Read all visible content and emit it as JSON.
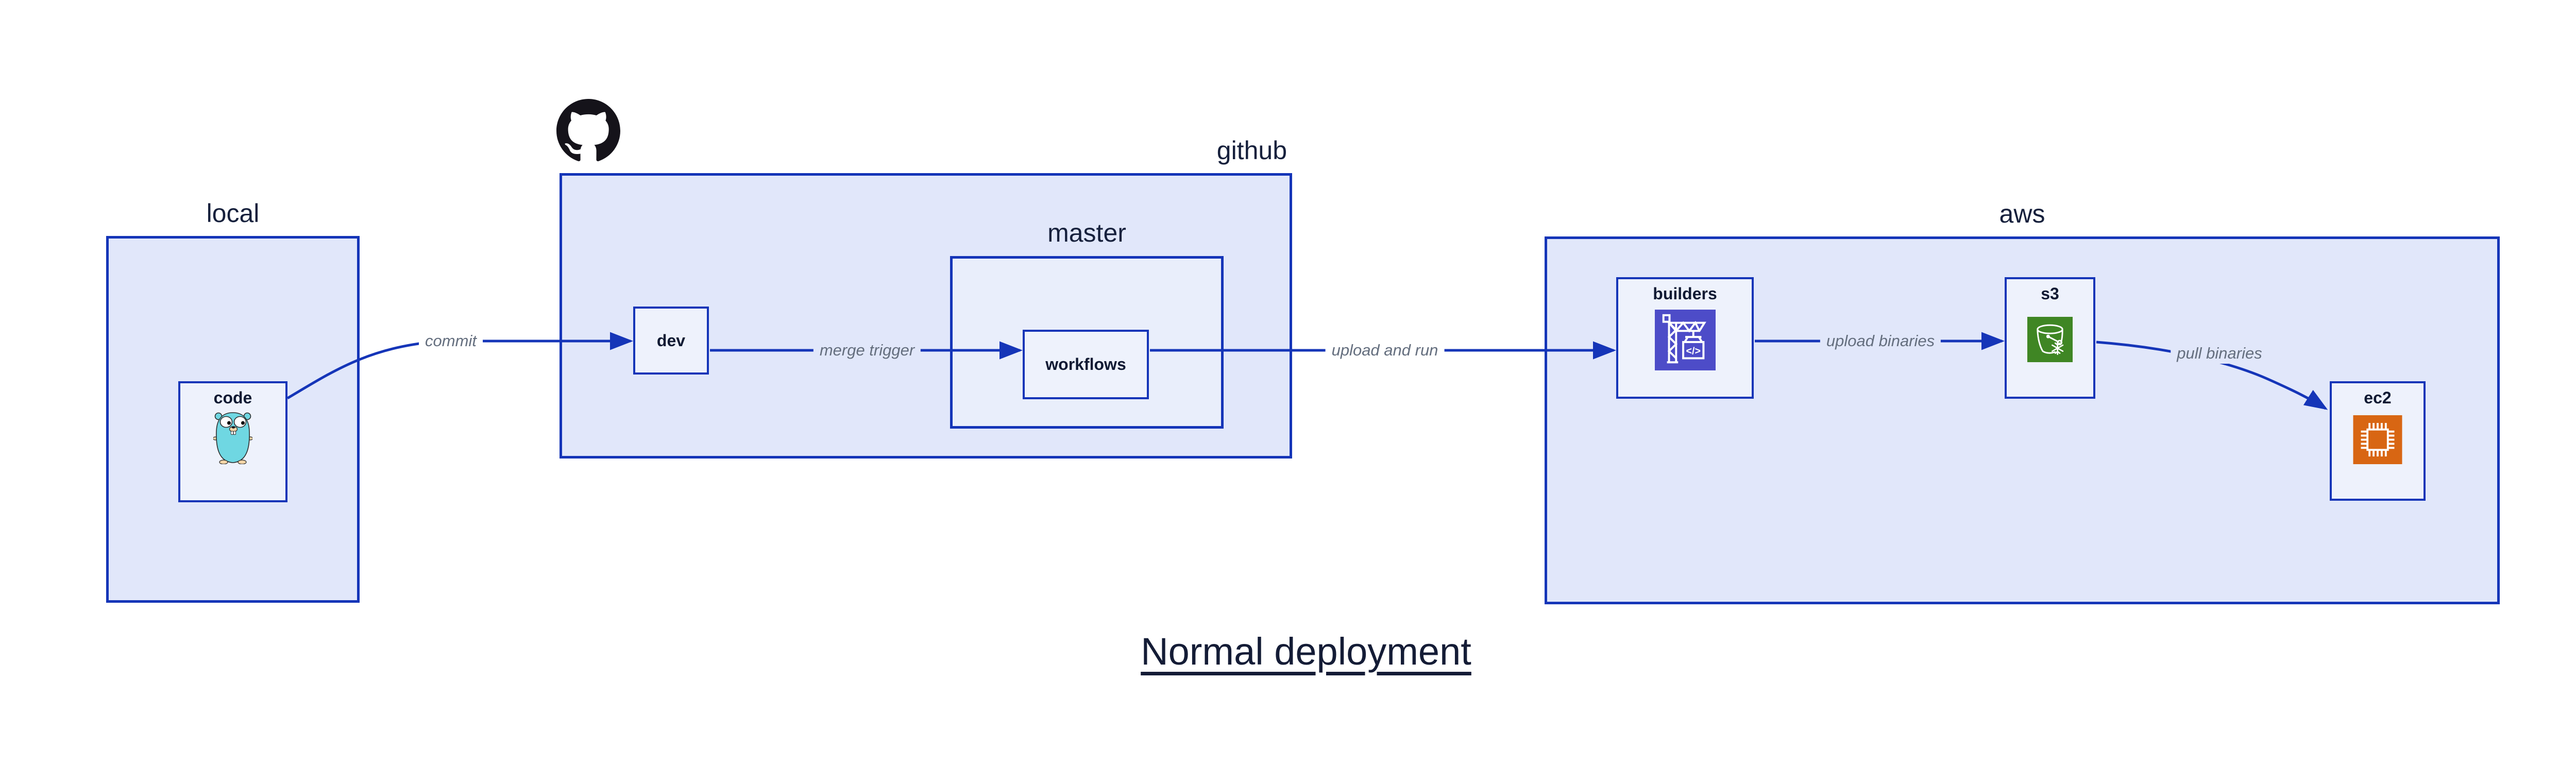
{
  "title": "Normal deployment",
  "containers": {
    "local": {
      "label": "local"
    },
    "github": {
      "label": "github",
      "logo_icon": "github-octocat-icon"
    },
    "master": {
      "label": "master"
    },
    "aws": {
      "label": "aws"
    }
  },
  "nodes": {
    "code": {
      "label": "code",
      "icon": "go-gopher-icon"
    },
    "dev": {
      "label": "dev"
    },
    "workflows": {
      "label": "workflows"
    },
    "builders": {
      "label": "builders",
      "icon": "codebuild-crane-icon"
    },
    "s3": {
      "label": "s3",
      "icon": "s3-glacier-bucket-icon"
    },
    "ec2": {
      "label": "ec2",
      "icon": "ec2-chip-icon"
    }
  },
  "edges": {
    "commit": {
      "label": "commit",
      "from": "code",
      "to": "dev"
    },
    "merge_trigger": {
      "label": "merge trigger",
      "from": "dev",
      "to": "workflows"
    },
    "upload_and_run": {
      "label": "upload and run",
      "from": "workflows",
      "to": "builders"
    },
    "upload_binaries": {
      "label": "upload binaries",
      "from": "builders",
      "to": "s3"
    },
    "pull_binaries": {
      "label": "pull binaries",
      "from": "s3",
      "to": "ec2"
    }
  },
  "colors": {
    "border_blue": "#1535b8",
    "container_fill": "#e1e7fa",
    "node_fill": "#eef2fc",
    "label_navy": "#141c36",
    "edge_label_gray": "#646e7e",
    "github_black": "#15131a",
    "builders_indigo": "#4d4cc8",
    "s3_green": "#3f8624",
    "ec2_orange": "#d86613",
    "gopher_teal": "#6fd7e2"
  }
}
